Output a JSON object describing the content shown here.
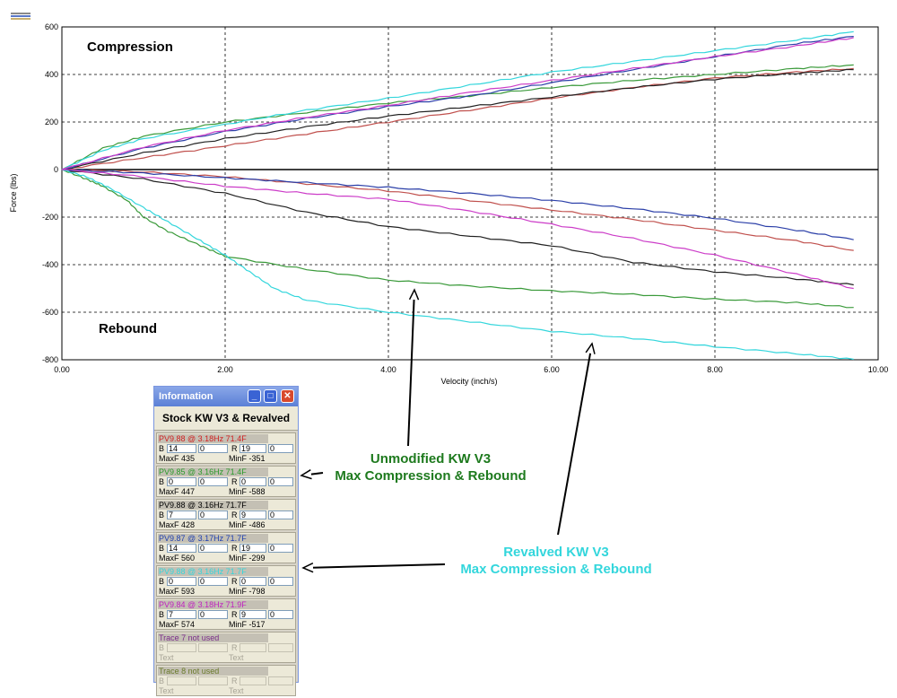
{
  "chart_data": {
    "type": "line",
    "xlabel": "Velocity (inch/s)",
    "ylabel": "Force (lbs)",
    "xlim": [
      0,
      10
    ],
    "ylim": [
      -800,
      600
    ],
    "xticks": [
      "0.00",
      "2.00",
      "4.00",
      "6.00",
      "8.00",
      "10.00"
    ],
    "yticks": [
      "600",
      "400",
      "200",
      "0",
      "-200",
      "-400",
      "-600",
      "-800"
    ],
    "grid": true,
    "annotations": {
      "compression": "Compression",
      "rebound": "Rebound"
    },
    "series": [
      {
        "color": "#c0504d",
        "comp": [
          [
            0,
            0
          ],
          [
            1,
            50
          ],
          [
            2,
            100
          ],
          [
            3,
            150
          ],
          [
            4,
            200
          ],
          [
            5,
            250
          ],
          [
            6,
            300
          ],
          [
            7,
            345
          ],
          [
            8,
            385
          ],
          [
            9,
            410
          ],
          [
            9.7,
            425
          ]
        ],
        "reb": [
          [
            0,
            0
          ],
          [
            1,
            -10
          ],
          [
            2,
            -30
          ],
          [
            3,
            -60
          ],
          [
            4,
            -90
          ],
          [
            5,
            -130
          ],
          [
            6,
            -170
          ],
          [
            7,
            -210
          ],
          [
            8,
            -255
          ],
          [
            9,
            -300
          ],
          [
            9.7,
            -340
          ]
        ]
      },
      {
        "color": "#3a9a3a",
        "comp": [
          [
            0,
            0
          ],
          [
            0.5,
            90
          ],
          [
            1,
            140
          ],
          [
            2,
            200
          ],
          [
            3,
            240
          ],
          [
            4,
            280
          ],
          [
            5,
            310
          ],
          [
            6,
            345
          ],
          [
            7,
            375
          ],
          [
            8,
            400
          ],
          [
            9,
            425
          ],
          [
            9.7,
            440
          ]
        ],
        "reb": [
          [
            0,
            0
          ],
          [
            0.3,
            -40
          ],
          [
            0.5,
            -70
          ],
          [
            0.8,
            -130
          ],
          [
            1,
            -200
          ],
          [
            1.3,
            -260
          ],
          [
            1.7,
            -320
          ],
          [
            2,
            -365
          ],
          [
            3,
            -420
          ],
          [
            4,
            -465
          ],
          [
            5,
            -490
          ],
          [
            6,
            -510
          ],
          [
            7,
            -525
          ],
          [
            8,
            -545
          ],
          [
            9,
            -560
          ],
          [
            9.7,
            -580
          ]
        ]
      },
      {
        "color": "#202020",
        "comp": [
          [
            0,
            0
          ],
          [
            1,
            70
          ],
          [
            2,
            130
          ],
          [
            3,
            180
          ],
          [
            4,
            225
          ],
          [
            5,
            265
          ],
          [
            6,
            305
          ],
          [
            7,
            345
          ],
          [
            8,
            380
          ],
          [
            9,
            405
          ],
          [
            9.7,
            420
          ]
        ],
        "reb": [
          [
            0,
            0
          ],
          [
            1,
            -40
          ],
          [
            2,
            -100
          ],
          [
            3,
            -180
          ],
          [
            4,
            -240
          ],
          [
            5,
            -280
          ],
          [
            6,
            -320
          ],
          [
            7,
            -390
          ],
          [
            8,
            -430
          ],
          [
            9,
            -460
          ],
          [
            9.7,
            -485
          ]
        ]
      },
      {
        "color": "#2b3fa8",
        "comp": [
          [
            0,
            0
          ],
          [
            1,
            90
          ],
          [
            2,
            160
          ],
          [
            3,
            215
          ],
          [
            4,
            265
          ],
          [
            5,
            310
          ],
          [
            6,
            365
          ],
          [
            7,
            420
          ],
          [
            8,
            475
          ],
          [
            9,
            530
          ],
          [
            9.7,
            560
          ]
        ],
        "reb": [
          [
            0,
            0
          ],
          [
            1,
            -15
          ],
          [
            2,
            -35
          ],
          [
            3,
            -55
          ],
          [
            4,
            -75
          ],
          [
            5,
            -100
          ],
          [
            6,
            -130
          ],
          [
            7,
            -165
          ],
          [
            8,
            -205
          ],
          [
            9,
            -255
          ],
          [
            9.7,
            -295
          ]
        ]
      },
      {
        "color": "#33d6dc",
        "comp": [
          [
            0,
            0
          ],
          [
            0.5,
            80
          ],
          [
            1,
            130
          ],
          [
            2,
            190
          ],
          [
            3,
            250
          ],
          [
            4,
            300
          ],
          [
            5,
            355
          ],
          [
            6,
            410
          ],
          [
            7,
            455
          ],
          [
            8,
            500
          ],
          [
            9,
            545
          ],
          [
            9.7,
            580
          ]
        ],
        "reb": [
          [
            0,
            0
          ],
          [
            0.3,
            -30
          ],
          [
            0.6,
            -80
          ],
          [
            1,
            -160
          ],
          [
            1.3,
            -220
          ],
          [
            1.7,
            -300
          ],
          [
            2,
            -360
          ],
          [
            2.3,
            -430
          ],
          [
            2.6,
            -500
          ],
          [
            3,
            -550
          ],
          [
            4,
            -600
          ],
          [
            5,
            -640
          ],
          [
            6,
            -680
          ],
          [
            7,
            -710
          ],
          [
            8,
            -745
          ],
          [
            9,
            -775
          ],
          [
            9.7,
            -798
          ]
        ]
      },
      {
        "color": "#cc3cc8",
        "comp": [
          [
            0,
            0
          ],
          [
            1,
            95
          ],
          [
            2,
            165
          ],
          [
            3,
            220
          ],
          [
            4,
            270
          ],
          [
            5,
            325
          ],
          [
            6,
            375
          ],
          [
            7,
            425
          ],
          [
            8,
            475
          ],
          [
            9,
            520
          ],
          [
            9.7,
            555
          ]
        ],
        "reb": [
          [
            0,
            0
          ],
          [
            1,
            -30
          ],
          [
            2,
            -70
          ],
          [
            3,
            -100
          ],
          [
            4,
            -125
          ],
          [
            5,
            -175
          ],
          [
            6,
            -230
          ],
          [
            7,
            -290
          ],
          [
            8,
            -360
          ],
          [
            9,
            -440
          ],
          [
            9.7,
            -500
          ]
        ]
      }
    ]
  },
  "annotations": {
    "unmodified": {
      "line1": "Unmodified KW V3",
      "line2": "Max Compression & Rebound",
      "color": "#1e7a1e"
    },
    "revalved": {
      "line1": "Revalved KW V3",
      "line2": "Max Compression & Rebound",
      "color": "#33d6dc"
    }
  },
  "info_panel": {
    "title": "Information",
    "heading": "Stock KW V3 & Revalved",
    "traces": [
      {
        "name": "PV9.88 @ 3.18Hz 71.4F",
        "color": "#d02020",
        "b_label": "B",
        "b1": "14",
        "b2": "0",
        "r_label": "R",
        "r1": "19",
        "r2": "0",
        "maxf": "MaxF  435",
        "minf": "MinF -351",
        "disabled": false
      },
      {
        "name": "PV9.85 @ 3.16Hz 71.4F",
        "color": "#2a9a2a",
        "b_label": "B",
        "b1": "0",
        "b2": "0",
        "r_label": "R",
        "r1": "0",
        "r2": "0",
        "maxf": "MaxF  447",
        "minf": "MinF -588",
        "disabled": false
      },
      {
        "name": "PV9.88 @ 3.16Hz 71.7F",
        "color": "#000000",
        "b_label": "B",
        "b1": "7",
        "b2": "0",
        "r_label": "R",
        "r1": "9",
        "r2": "0",
        "maxf": "MaxF  428",
        "minf": "MinF -486",
        "disabled": false
      },
      {
        "name": "PV9.87 @ 3.17Hz 71.7F",
        "color": "#2040b0",
        "b_label": "B",
        "b1": "14",
        "b2": "0",
        "r_label": "R",
        "r1": "19",
        "r2": "0",
        "maxf": "MaxF  560",
        "minf": "MinF -299",
        "disabled": false
      },
      {
        "name": "PV9.88 @ 3.16Hz 71.7F",
        "color": "#33d6dc",
        "b_label": "B",
        "b1": "0",
        "b2": "0",
        "r_label": "R",
        "r1": "0",
        "r2": "0",
        "maxf": "MaxF  593",
        "minf": "MinF -798",
        "disabled": false
      },
      {
        "name": "PV9.84 @ 3.18Hz 71.9F",
        "color": "#c020c0",
        "b_label": "B",
        "b1": "7",
        "b2": "0",
        "r_label": "R",
        "r1": "9",
        "r2": "0",
        "maxf": "MaxF  574",
        "minf": "MinF -517",
        "disabled": false
      },
      {
        "name": "Trace 7  not used",
        "color": "#7a2a8a",
        "b_label": "B",
        "b1": "",
        "b2": "",
        "r_label": "R",
        "r1": "",
        "r2": "",
        "maxf": "Text",
        "minf": "Text",
        "disabled": true
      },
      {
        "name": "Trace 8  not used",
        "color": "#6a7a2a",
        "b_label": "B",
        "b1": "",
        "b2": "",
        "r_label": "R",
        "r1": "",
        "r2": "",
        "maxf": "Text",
        "minf": "Text",
        "disabled": true
      }
    ]
  }
}
